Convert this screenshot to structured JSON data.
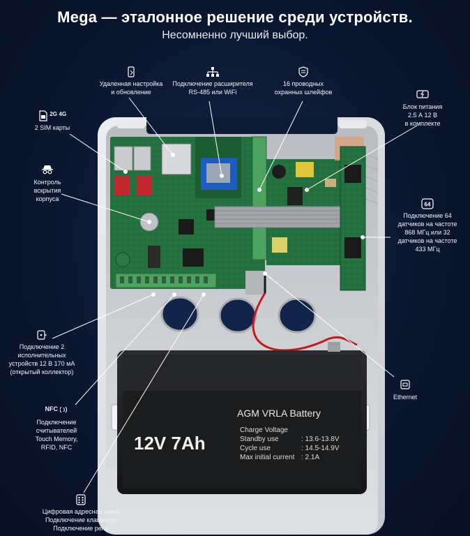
{
  "header": {
    "title": "Mega — эталонное решение среди устройств.",
    "subtitle": "Несомненно лучший выбор."
  },
  "callouts": {
    "remote": {
      "lines": [
        "Удаленная настройка",
        "и обновление"
      ],
      "icon": "smartphone-icon"
    },
    "expander": {
      "lines": [
        "Подключение расширителя",
        "RS-485 или WiFi"
      ],
      "icon": "network-hierarchy-icon"
    },
    "loops": {
      "lines": [
        "16 проводных",
        "охранных шлейфов"
      ],
      "icon": "shield-icon"
    },
    "power": {
      "lines": [
        "Блок питания",
        "2.5 А 12 В",
        "в комплекте"
      ],
      "icon": "power-supply-icon"
    },
    "sim": {
      "lines": [
        "2 SIM карты"
      ],
      "icon": "sim-card-icon",
      "badges": [
        "2G",
        "4G"
      ]
    },
    "tamper": {
      "lines": [
        "Контроль",
        "вскрытия",
        "корпуса"
      ],
      "icon": "spy-icon"
    },
    "sensors": {
      "lines": [
        "Подключение 64",
        "датчиков на частоте",
        "868 МГц или 32",
        "датчиков на частоте",
        "433 МГц"
      ],
      "icon": "radio-sensor-icon",
      "badge": "64"
    },
    "outputs": {
      "lines": [
        "Подключение 2",
        "исполнительных",
        "устройств 12 В 170 мА",
        "(открытый коллектор)"
      ],
      "icon": "output-device-icon"
    },
    "readers": {
      "lines": [
        "Подключение",
        "считывателей",
        "Touch Memory,",
        "RFID, NFC"
      ],
      "icon": "nfc-icon",
      "badge": "NFC"
    },
    "ethernet": {
      "lines": [
        "Ethernet"
      ],
      "icon": "ethernet-port-icon"
    },
    "bus": {
      "lines": [
        "Цифровая адресная шина",
        "Подключение клавиатур",
        "Подключение реле"
      ],
      "icon": "keypad-icon"
    }
  },
  "battery": {
    "brand": "AGM VRLA Battery",
    "rating": "12V 7Ah",
    "spec_title": "Charge Voltage",
    "specs": [
      {
        "label": "Standby use",
        "value": ": 13.6-13.8V"
      },
      {
        "label": "Cycle use",
        "value": ": 14.5-14.9V"
      },
      {
        "label": "Max initial current",
        "value": ": 2.1A"
      }
    ]
  },
  "colors": {
    "background": "#0b1730",
    "board": "#1f6b3a",
    "enclosure": "#d9dadd",
    "battery": "#1e1f21",
    "wire_red": "#c41a1a"
  }
}
